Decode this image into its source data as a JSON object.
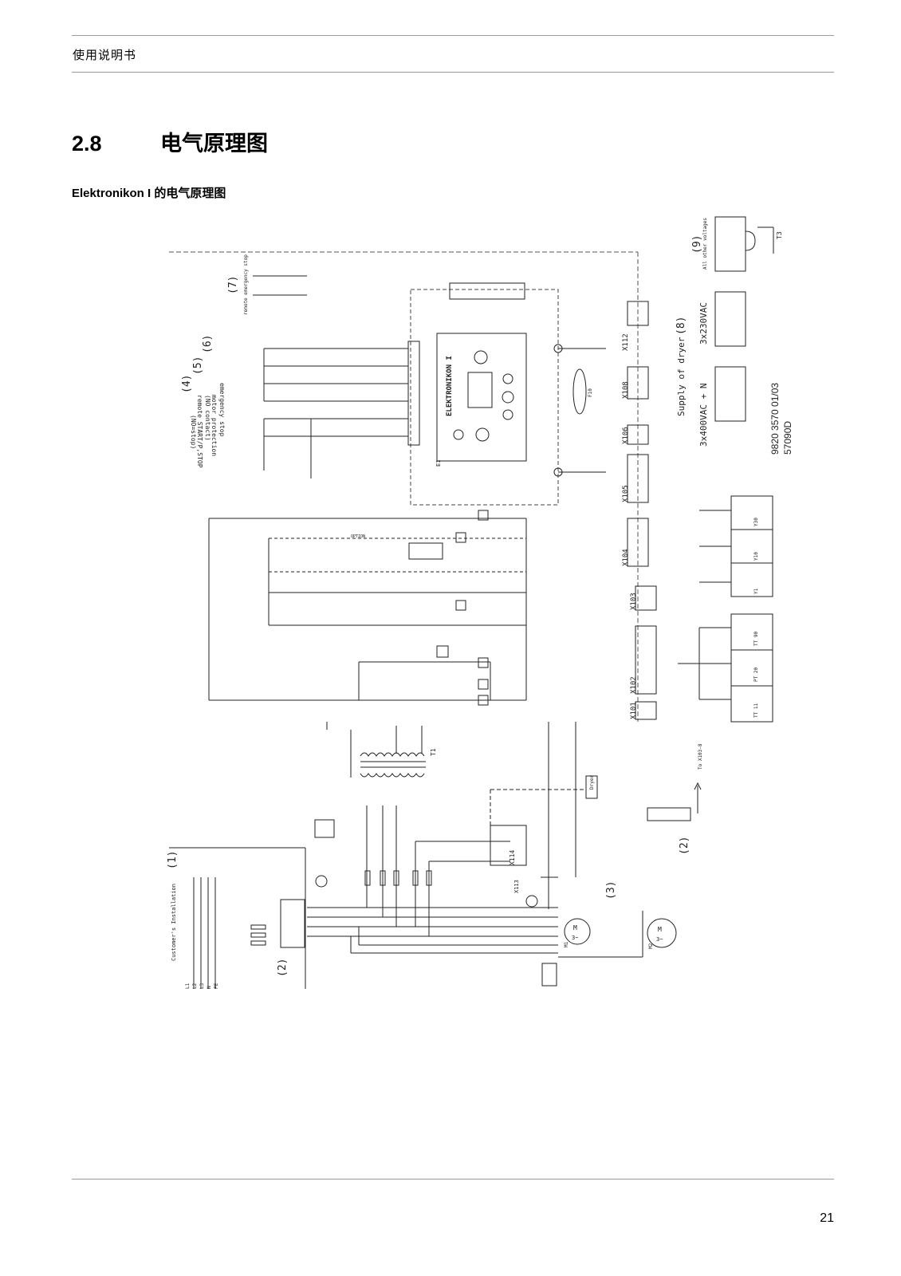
{
  "header": {
    "text": "使用说明书"
  },
  "section": {
    "number": "2.8",
    "title": "电气原理图"
  },
  "subtitle": "Elektronikon I 的电气原理图",
  "diagram": {
    "labels": {
      "n1": "(1)",
      "n2a": "(2)",
      "n2b": "(2)",
      "n3": "(3)",
      "n4": "(4)",
      "n5": "(5)",
      "n6": "(6)",
      "n7": "(7)",
      "n8": "(8)",
      "n9": "(9)",
      "remote_emergency_stop": "remote emergency stop",
      "emergency_stop": "emergency stop",
      "motor_protection": "motor protection",
      "no_contact": "(NO contact)",
      "remote_start_stop": "remote START/P,STOP",
      "no_stop": "(NO=stop)",
      "customers_installation": "Customer's Installation",
      "supply_of_dryer": "Supply of dryer",
      "supply_3x400": "3x400VAC + N",
      "supply_3x230": "3x230VAC",
      "all_other_voltages": "All other voltages",
      "drawing_no": "9820 3570 01/03",
      "drawing_sub": "57090D",
      "elektronikon": "ELEKTRONIKON I",
      "option": "OPTION",
      "dryer": "Dryer",
      "to_x103": "To X103-8",
      "x101": "X101",
      "x102": "X102",
      "x103": "X103",
      "x104": "X104",
      "x105": "X105",
      "x106": "X106",
      "x108": "X108",
      "x112": "X112",
      "x113": "X113",
      "x114": "X114",
      "t1": "T1",
      "t3": "T3",
      "m1": "M1",
      "m2": "M2",
      "e1": "E1",
      "f10": "F10",
      "l1": "L1",
      "l2": "L2",
      "l3": "L3",
      "n": "N",
      "pe": "PE",
      "motor_m": "M",
      "motor_3": "3~",
      "tt11": "TT 11",
      "pt20": "PT 20",
      "tt90": "TT 90",
      "y1": "Y1",
      "y10": "Y10",
      "y30": "Y30"
    }
  },
  "page": {
    "number": "21"
  }
}
